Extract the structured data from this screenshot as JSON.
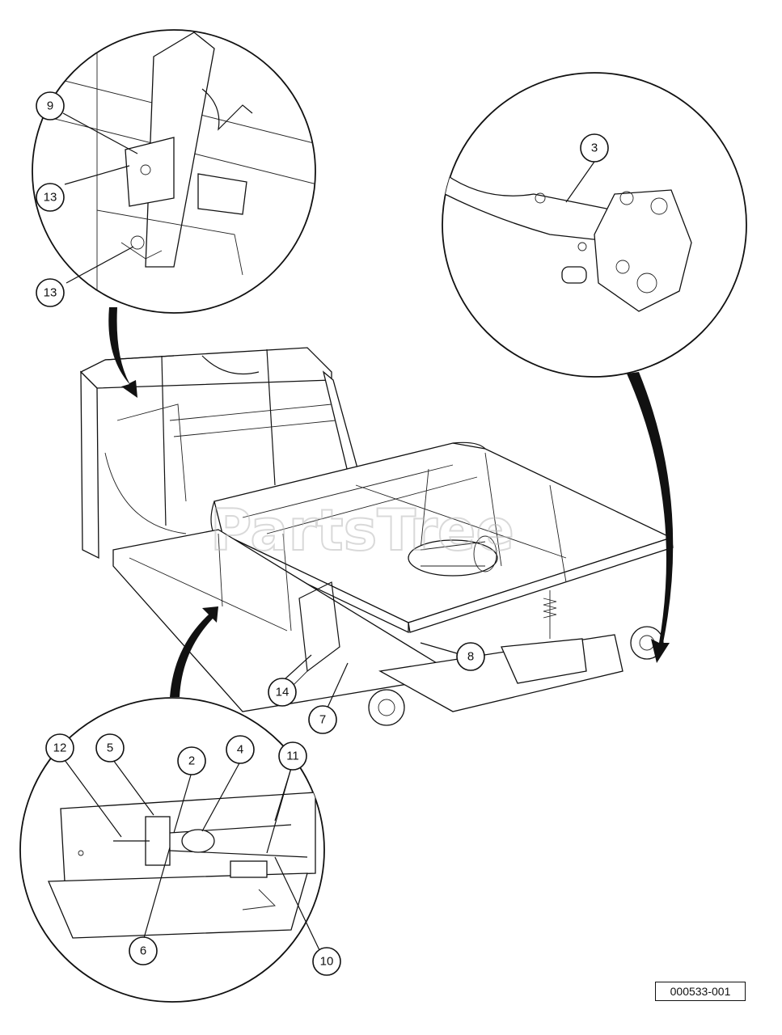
{
  "watermark": "PartsTree",
  "reference_code": "000533-001",
  "callouts": {
    "c9": "9",
    "c13a": "13",
    "c13b": "13",
    "c3": "3",
    "c8": "8",
    "c14": "14",
    "c7": "7",
    "c12": "12",
    "c5": "5",
    "c2": "2",
    "c4": "4",
    "c11": "11",
    "c6": "6",
    "c10": "10"
  }
}
